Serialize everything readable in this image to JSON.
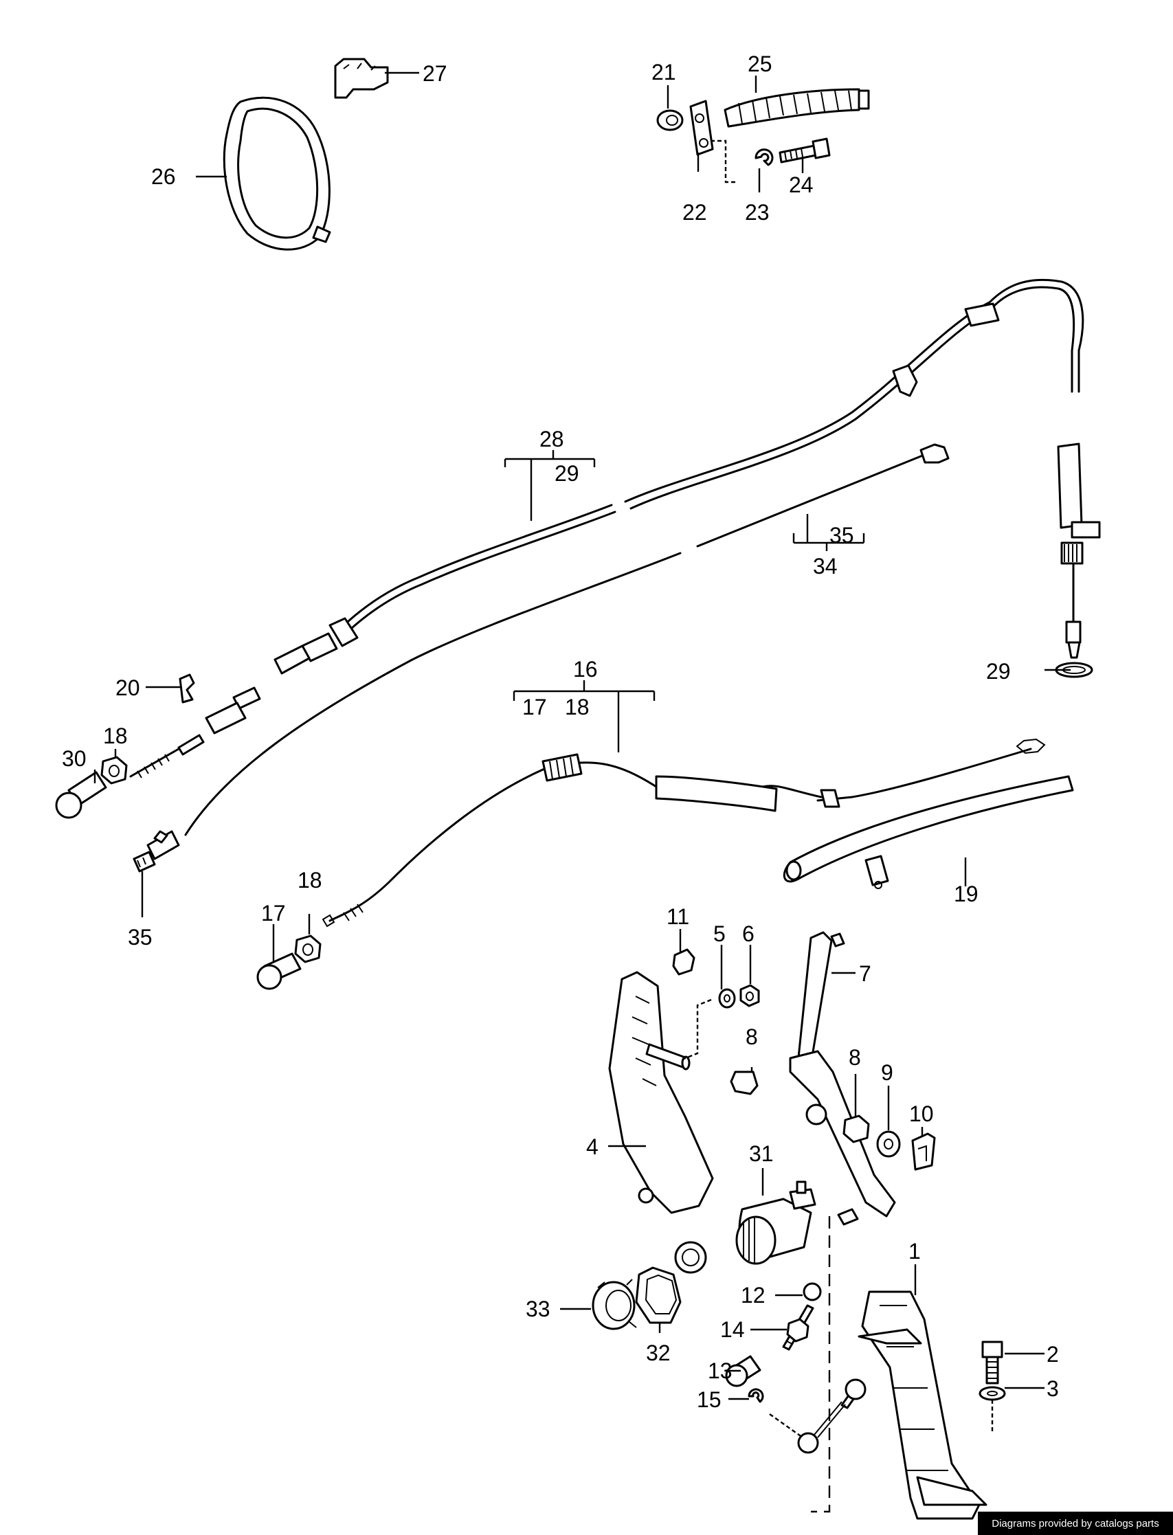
{
  "diagram": {
    "callouts": {
      "c1": "1",
      "c2": "2",
      "c3": "3",
      "c4": "4",
      "c5": "5",
      "c6": "6",
      "c7": "7",
      "c8a": "8",
      "c8b": "8",
      "c9": "9",
      "c10": "10",
      "c11": "11",
      "c12": "12",
      "c13": "13",
      "c14": "14",
      "c15": "15",
      "c16": "16",
      "c17a": "17",
      "c17b": "17",
      "c18a": "18",
      "c18b": "18",
      "c18c": "18",
      "c19": "19",
      "c20": "20",
      "c21": "21",
      "c22": "22",
      "c23": "23",
      "c24": "24",
      "c25": "25",
      "c26": "26",
      "c27": "27",
      "c28": "28",
      "c29a": "29",
      "c29b": "29",
      "c30": "30",
      "c31": "31",
      "c32": "32",
      "c33": "33",
      "c34": "34",
      "c35a": "35",
      "c35b": "35"
    }
  },
  "footer": {
    "credit": "Diagrams provided by catalogs parts"
  }
}
